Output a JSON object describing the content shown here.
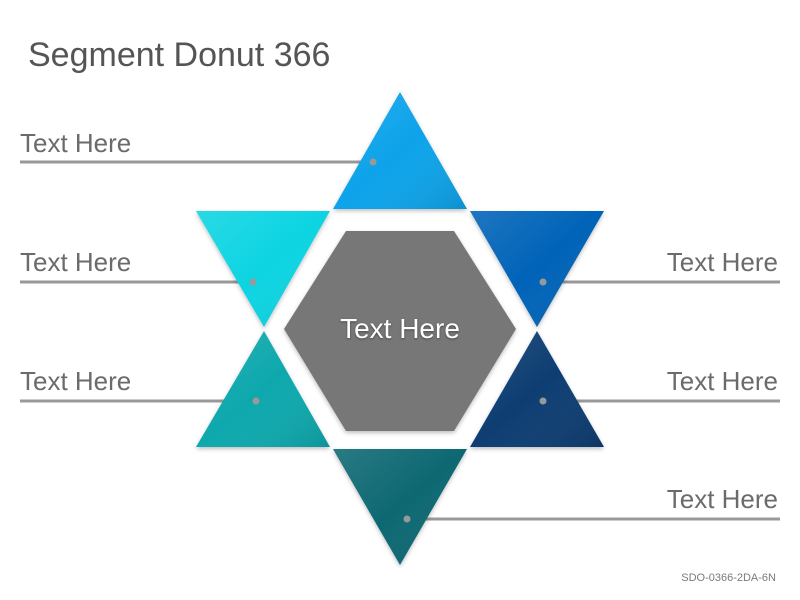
{
  "title": "Segment Donut 366",
  "center": {
    "label": "Text Here",
    "color": "#777777"
  },
  "segments": [
    {
      "label": "Text Here",
      "side": "left",
      "color": "#0ba3ea"
    },
    {
      "label": "Text Here",
      "side": "left",
      "color": "#0bd4e2"
    },
    {
      "label": "Text Here",
      "side": "left",
      "color": "#0aa8ad"
    },
    {
      "label": "Text Here",
      "side": "right",
      "color": "#0663b8"
    },
    {
      "label": "Text Here",
      "side": "right",
      "color": "#0a3d72"
    },
    {
      "label": "Text Here",
      "side": "right",
      "color": "#0b6872"
    }
  ],
  "connector_color": "#999999",
  "footer_code": "SDO-0366-2DA-6N"
}
